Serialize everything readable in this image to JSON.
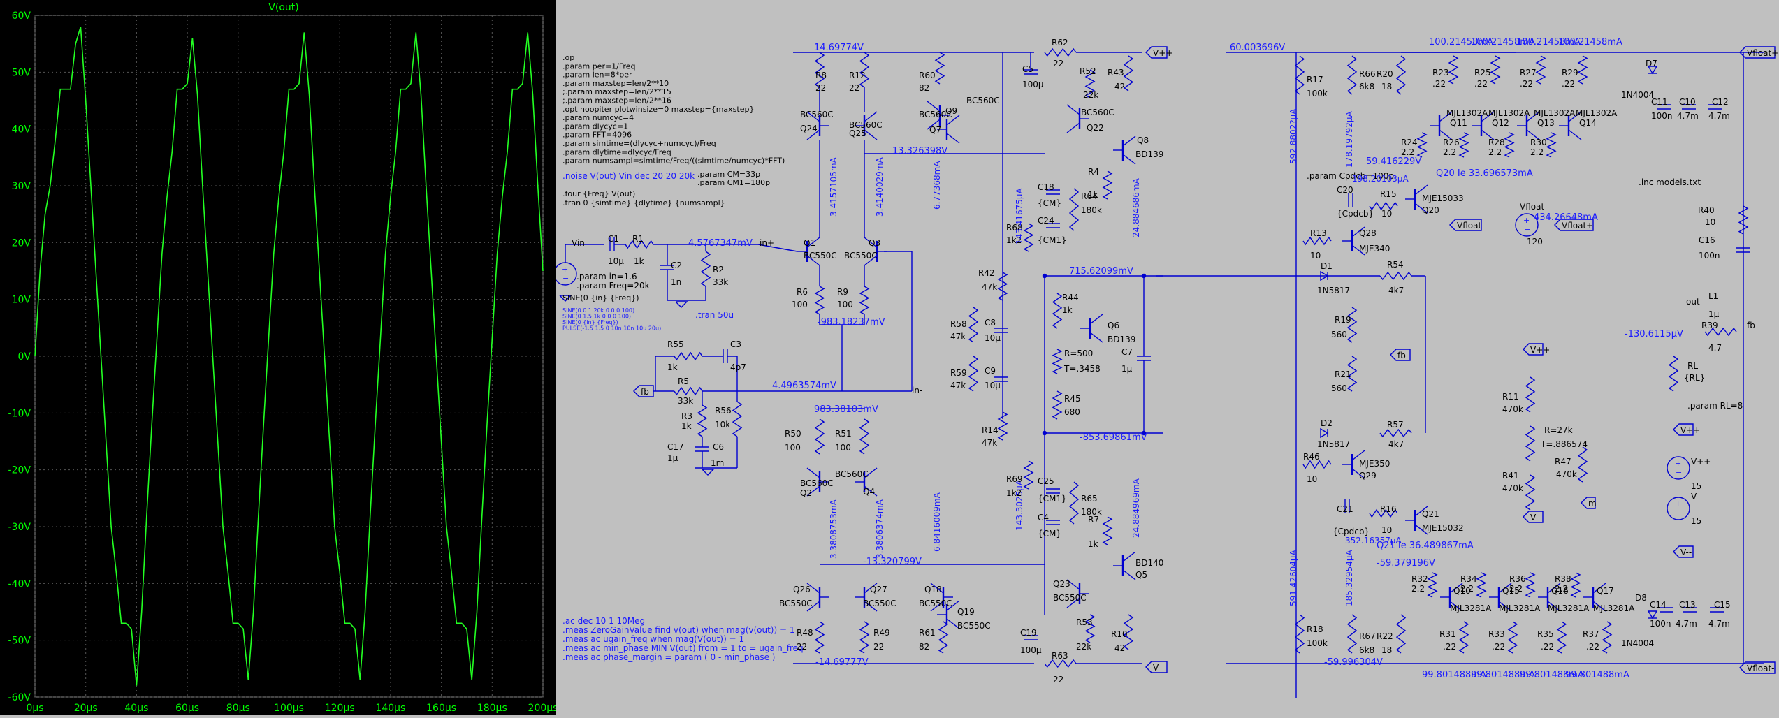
{
  "plot": {
    "title": "V(out)",
    "y_ticks": [
      "60V",
      "50V",
      "40V",
      "30V",
      "20V",
      "10V",
      "0V",
      "-10V",
      "-20V",
      "-30V",
      "-40V",
      "-50V",
      "-60V"
    ],
    "x_ticks": [
      "0µs",
      "20µs",
      "40µs",
      "60µs",
      "80µs",
      "100µs",
      "120µs",
      "140µs",
      "160µs",
      "180µs",
      "200µs"
    ],
    "trace_color": "#22ff22",
    "text_color": "#00ff00"
  },
  "chart_data": {
    "type": "line",
    "title": "V(out)",
    "xlabel": "",
    "ylabel": "",
    "xlim": [
      0,
      200
    ],
    "ylim": [
      -60,
      60
    ],
    "grid": true,
    "series": [
      {
        "x": [
          0,
          2,
          4,
          6,
          8,
          10,
          12,
          14,
          16,
          18,
          20,
          22,
          24,
          26,
          28,
          30,
          32,
          34,
          36,
          38,
          40,
          42,
          44,
          46,
          48,
          50,
          52,
          54,
          56,
          58,
          60,
          62,
          64,
          66,
          68,
          70,
          72,
          74,
          76,
          78,
          80,
          82,
          84,
          86,
          88,
          90,
          92,
          94,
          96,
          98,
          100,
          102,
          104,
          106,
          108,
          110,
          112,
          114,
          116,
          118,
          120,
          122,
          124,
          126,
          128,
          130,
          132,
          134,
          136,
          138,
          140,
          142,
          144,
          146,
          148,
          150,
          152,
          154,
          156,
          158,
          160,
          162,
          164,
          166,
          168,
          170,
          172,
          174,
          176,
          178,
          180,
          182,
          184,
          186,
          188,
          190,
          192,
          194,
          196,
          198,
          200
        ],
        "y": [
          0,
          15,
          25,
          30,
          38,
          47,
          47,
          47,
          55,
          58,
          45,
          30,
          15,
          0,
          -15,
          -30,
          -38,
          -47,
          -47,
          -48,
          -58,
          -45,
          -28,
          -12,
          3,
          18,
          28,
          36,
          47,
          47,
          48,
          56,
          46,
          30,
          15,
          0,
          -15,
          -30,
          -38,
          -47,
          -47,
          -48,
          -57,
          -45,
          -28,
          -12,
          3,
          18,
          28,
          36,
          47,
          47,
          48,
          57,
          46,
          30,
          15,
          0,
          -15,
          -30,
          -38,
          -47,
          -47,
          -48,
          -57,
          -45,
          -28,
          -12,
          3,
          18,
          28,
          36,
          47,
          47,
          48,
          57,
          46,
          30,
          15,
          0,
          -15,
          -30,
          -38,
          -47,
          -47,
          -48,
          -57,
          -45,
          -28,
          -12,
          3,
          18,
          28,
          36,
          47,
          47,
          48,
          57,
          46,
          30,
          15
        ]
      }
    ]
  },
  "schem": {
    "wire_color": "#0000d0",
    "text_color": "#1a1aff",
    "dark_color": "#000000",
    "directives": [
      ".op",
      ".param per=1/Freq",
      ".param len=8*per",
      ".param maxstep=len/2**10",
      ";.param maxstep=len/2**15",
      ";.param maxstep=len/2**16",
      ".opt noopiter plotwinsize=0 maxstep={maxstep}",
      ".param numcyc=4",
      ".param dlycyc=1",
      ".param FFT=4096",
      ".param simtime=(dlycyc+numcyc)/Freq",
      ".param dlytime=dlycyc/Freq",
      ".param numsampl=simtime/Freq/((simtime/numcyc)*FFT)"
    ],
    "noise": ".noise V(out) Vin dec 20 20 20k",
    "four": ".four {Freq} V(out)",
    "tran": ".tran 0 {simtime} {dlytime} {numsampl}",
    "tran50": ".tran 50u",
    "param_cm": ".param CM=33p",
    "param_cm1": ".param CM1=180p",
    "param_in": ".param in=1.6",
    "param_freq": ".param Freq=20k",
    "param_cpdcb": ".param Cpdcb=100p",
    "param_rl": ".param RL=8",
    "inc": ".inc models.txt",
    "sine": "SINE(0 {in} {Freq})",
    "sine_alts": [
      "SINE(0 0.1 20k 0 0 0 100)",
      "SINE(0 1.5 1k 0 0 0 100)",
      "SINE(0 {in} {Freq})",
      "PULSE(-1.5 1.5 0 10n 10n 10u 20u)"
    ],
    "ac_cmds": [
      ".ac dec 10 1 10Meg",
      ".meas ZeroGainValue find v(out) when mag(v(out)) = 1",
      ".meas ac ugain_freq when mag(V(out)) = 1",
      ".meas ac min_phase MIN V(out) from = 1 to = ugain_freq",
      ".meas ac phase_margin = param ( 0 - min_phase )"
    ],
    "voltages": {
      "v14": "14.69774V",
      "vneg14": "-14.69777V",
      "v60": "60.003696V",
      "vneg60": "-59.996304V",
      "v13": "13.326398V",
      "vneg13": "-13.320799V",
      "vin": "4.5767347mV",
      "vfb": "4.4963574mV",
      "vm983": "-983.18237mV",
      "v983": "983.38103mV",
      "v715": "715.62099mV",
      "vm853": "-853.69861mV",
      "v59": "59.416229V",
      "vm59": "-59.379196V",
      "vm130": "-130.6115µV"
    },
    "currents": {
      "i1": "3.4157105mA",
      "i2": "3.4140029mA",
      "i3": "6.77368mA",
      "i4": "143.41675µA",
      "i5": "24.884686mA",
      "i6": "592.8802?µA",
      "i7": "178.19792µA",
      "i8": "198.20103µA",
      "i9": "3.3808753mA",
      "i10": "3.3806374mA",
      "i11": "6.8416009mA",
      "i12": "143.3025µA",
      "i13": "24.884969mA",
      "i14": "591.42604µA",
      "i15": "185.32954µA",
      "i16": "352.16357µA",
      "top1": "100.21458mA",
      "top2": "100.21458mA",
      "top3": "100.21458mA",
      "top4": "100.21458mA",
      "bot1": "99.801488mA",
      "bot2": "99.801488mA",
      "bot3": "99.801488mA",
      "bot4": "99.801488mA",
      "q20ie": "Q20 Ie 33.696573mA",
      "q21ie": "Q21 Ie 36.489867mA",
      "vfloat_i": "434.26648mA"
    },
    "labels": {
      "vin": "Vin",
      "c1": "C1",
      "c1v": "10µ",
      "r1": "R1",
      "r1v": "1k",
      "c2": "C2",
      "c2v": "1n",
      "r2": "R2",
      "r2v": "33k",
      "inp": "in+",
      "inm": "in-",
      "fb": "fb",
      "out": "out",
      "q1": "Q1",
      "q3": "Q3",
      "bc550c": "BC550C",
      "bc560c": "BC560C",
      "r6": "R6",
      "r9": "R9",
      "v100": "100",
      "v22": "22",
      "v82": "82",
      "r8": "R8",
      "r12": "R12",
      "q24": "Q24",
      "q25": "Q25",
      "r60": "R60",
      "q9": "Q9",
      "q7": "Q7",
      "c5": "C5",
      "c5v": "100µ",
      "r62": "R62",
      "r52": "R52",
      "v22k": "22k",
      "q22": "Q22",
      "q8": "Q8",
      "bd139": "BD139",
      "r43": "R43",
      "v42": "42",
      "r4": "R4",
      "v1k": "1k",
      "c18": "C18",
      "cm": "{CM}",
      "cm1": "{CM1}",
      "c24": "C24",
      "r64": "R64",
      "v180k": "180k",
      "r68": "R68",
      "v1k2": "1k2",
      "r42": "R42",
      "v47k": "47k",
      "r58": "R58",
      "c8": "C8",
      "c8v": "10µ",
      "r59": "R59",
      "c9": "C9",
      "r44": "R44",
      "q6": "Q6",
      "r500": "R=500",
      "t3458": "T=.3458",
      "r45": "R45",
      "v680": "680",
      "c7": "C7",
      "c7v": "1µ",
      "r14": "R14",
      "r55": "R55",
      "c3": "C3",
      "c3v": "4p7",
      "r5": "R5",
      "v33k": "33k",
      "r3": "R3",
      "r56": "R56",
      "v10k": "10k",
      "c17": "C17",
      "c6": "C6",
      "v1m": "1m",
      "v1u": "1µ",
      "r50": "R50",
      "r51": "R51",
      "q2": "Q2",
      "q4": "Q4",
      "q26": "Q26",
      "q27": "Q27",
      "r48": "R48",
      "r49": "R49",
      "q18": "Q18",
      "q19": "Q19",
      "r61": "R61",
      "c19": "C19",
      "c19v": "100µ",
      "r63": "R63",
      "r69": "R69",
      "c25": "C25",
      "c4": "C4",
      "r65": "R65",
      "q23": "Q23",
      "q5": "Q5",
      "bd140": "BD140",
      "r7": "R7",
      "r53": "R53",
      "r10": "R10",
      "vpp": "V++",
      "vmm": "V--",
      "r17": "R17",
      "v100k": "100k",
      "r18": "R18",
      "r66": "R66",
      "v6k8": "6k8",
      "r67": "R67",
      "r20": "R20",
      "v18": "18",
      "r22": "R22",
      "r13": "R13",
      "v10": "10",
      "c20": "C20",
      "cpdcb": "{Cpdcb}",
      "r15": "R15",
      "q28": "Q28",
      "mje340": "MJE340",
      "q20": "Q20",
      "mje15033": "MJE15033",
      "d1": "D1",
      "d2": "D2",
      "n5817": "1N5817",
      "r54": "R54",
      "v4k7": "4k7",
      "r19": "R19",
      "v560": "560",
      "r21": "R21",
      "r57": "R57",
      "r46": "R46",
      "q29": "Q29",
      "mje350": "MJE350",
      "c21": "C21",
      "r16": "R16",
      "q21": "Q21",
      "mje15032": "MJE15032",
      "r23": "R23",
      "r25": "R25",
      "r27": "R27",
      "r29": "R29",
      "v22r": ".22",
      "q11": "Q11",
      "q12": "Q12",
      "q13": "Q13",
      "q14": "Q14",
      "mjl1302a": "MJL1302A",
      "r24": "R24",
      "r26": "R26",
      "r28": "R28",
      "r30": "R30",
      "v2_2": "2.2",
      "d7": "D7",
      "n4004": "1N4004",
      "c11": "C11",
      "v100n": "100n",
      "c10": "C10",
      "c12": "C12",
      "v4_7m": "4.7m",
      "r32": "R32",
      "r34": "R34",
      "r36": "R36",
      "r38": "R38",
      "q10": "Q10",
      "q15": "Q15",
      "q16": "Q16",
      "q17": "Q17",
      "mjl3281a": "MJL3281A",
      "r31": "R31",
      "r33": "R33",
      "r35": "R35",
      "r37": "R37",
      "d8": "D8",
      "c14": "C14",
      "c13": "C13",
      "c15": "C15",
      "vfloatm": "Vfloat-",
      "vfloatp": "Vfloat+",
      "vfloat": "Vfloat",
      "v120": "120",
      "r40": "R40",
      "c16": "C16",
      "l1": "L1",
      "l1v": "1µ",
      "r39": "R39",
      "v4_7": "4.7",
      "rl": "RL",
      "rlv": "{RL}",
      "r11": "R11",
      "v470k": "470k",
      "r41": "R41",
      "r27k": "R=27k",
      "t886574": "T=.886574",
      "r47": "R47",
      "m": "m",
      "v15": "15"
    }
  }
}
